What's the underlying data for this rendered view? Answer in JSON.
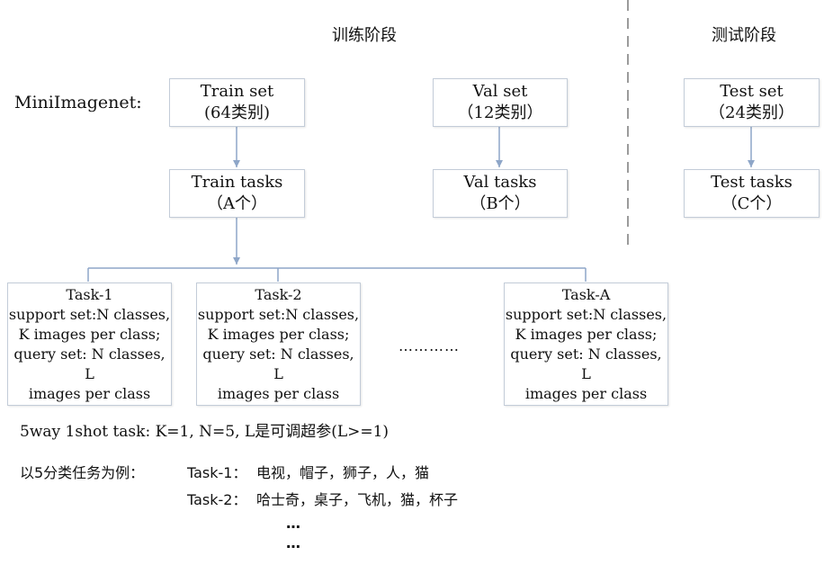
{
  "phases": {
    "train": "训练阶段",
    "test": "测试阶段"
  },
  "dataset_label": "MiniImagenet:",
  "sets": {
    "train": {
      "title": "Train set",
      "count": "(64类别)"
    },
    "val": {
      "title": "Val set",
      "count": "（12类别）"
    },
    "test": {
      "title": "Test set",
      "count": "（24类别）"
    }
  },
  "task_sets": {
    "train": {
      "title": "Train tasks",
      "count": "（A个）"
    },
    "val": {
      "title": "Val tasks",
      "count": "（B个）"
    },
    "test": {
      "title": "Test tasks",
      "count": "（C个）"
    }
  },
  "tasks": [
    {
      "name": "Task-1",
      "support": "support set:N classes,",
      "support_per": "K images per class;",
      "query": "query set: N classes, L",
      "query_per": "images per class"
    },
    {
      "name": "Task-2",
      "support": "support set:N classes,",
      "support_per": "K images per class;",
      "query": "query set: N classes, L",
      "query_per": "images per class"
    },
    {
      "name": "Task-A",
      "support": "support set:N classes,",
      "support_per": "K images per class;",
      "query": "query set: N classes, L",
      "query_per": "images per class"
    }
  ],
  "ellipsis": "…………",
  "note": "5way 1shot task: K=1, N=5, L是可调超参(L>=1)",
  "example": {
    "intro": "以5分类任务为例：",
    "task1_label": "Task-1：",
    "task1_items": "电视，帽子，狮子，人，猫",
    "task2_label": "Task-2：",
    "task2_items": "哈士奇，桌子，飞机，猫，杯子",
    "more1": "…",
    "more2": "…"
  },
  "colors": {
    "arrow": "#8ea6c8",
    "box_border": "#c3ccd8",
    "divider": "#7a7a7a"
  }
}
